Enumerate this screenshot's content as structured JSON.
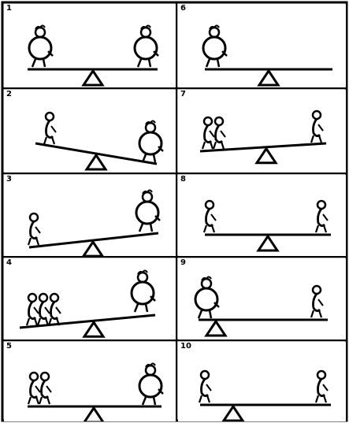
{
  "panels": [
    {
      "number": "1",
      "description": "fat-kid-and-fat-kid-balanced"
    },
    {
      "number": "6",
      "description": "fat-kid-alone"
    },
    {
      "number": "2",
      "description": "thin-kid-vs-fat-kid"
    },
    {
      "number": "7",
      "description": "two-kids-vs-one-thin-kid"
    },
    {
      "number": "3",
      "description": "thin-kid-vs-fat-kid-tilted"
    },
    {
      "number": "8",
      "description": "thin-kid-and-thin-kid-balanced"
    },
    {
      "number": "4",
      "description": "three-thin-kids-vs-fat-kid"
    },
    {
      "number": "9",
      "description": "fat-kid-vs-thin-kid-offset"
    },
    {
      "number": "5",
      "description": "two-thin-kids-vs-fat-kid"
    },
    {
      "number": "10",
      "description": "thin-kid-and-thin-kid-offset"
    }
  ],
  "colors": {
    "ink": "#000000",
    "paper": "#ffffff"
  }
}
